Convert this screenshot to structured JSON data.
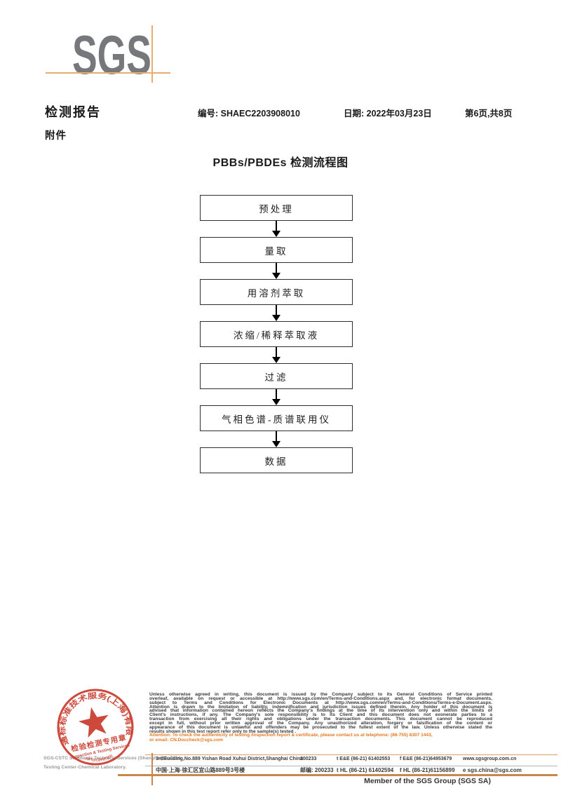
{
  "logo": {
    "text": "SGS"
  },
  "header": {
    "report_title": "检测报告",
    "no_label": "编号:",
    "no_value": "SHAEC2203908010",
    "date_label": "日期:",
    "date_value": "2022年03月23日",
    "page_info": "第6页,共8页",
    "attachment": "附件"
  },
  "flowchart": {
    "title": "PBBs/PBDEs 检测流程图",
    "steps": [
      "预处理",
      "量取",
      "用溶剂萃取",
      "浓缩/稀释萃取液",
      "过滤",
      "气相色谱-质谱联用仪",
      "数据"
    ]
  },
  "legal": {
    "lines": [
      "Unless otherwise agreed in writing, this document is issued by the Company subject to its General Conditions of Service printed",
      "overleaf, available on request or accessible at http://www.sgs.com/en/Terms-and-Conditions.aspx and, for electronic format documents,",
      "subject to Terms and Conditions for Electronic Documents at http://www.sgs.com/en/Terms-and-Conditions/Terms-e-Document.aspx.",
      "Attention is drawn to the limitation of liability, indemnification and jurisdiction issues defined therein. Any holder of this document is",
      "advised that information contained hereon reflects the Company's findings at the time of its intervention only and within the limits of",
      "Client's instructions, if any. The Company's sole responsibility is to its Client and this document does not exonerate parties to a",
      "transaction from exercising all their rights and obligations under the transaction documents. This document cannot be reproduced",
      "except in full, without prior written approval of the Company. Any unauthorized alteration, forgery or falsification of the content or",
      "appearance of this document is unlawful and offenders may be prosecuted to the fullest extent of the law. Unless otherwise stated the",
      "results shown in this test report refer only to the sample(s) tested ."
    ],
    "attention": [
      "Attention: To check the authenticity of testing /inspection report & certificate, please contact us at telephone: (86-755) 8307 1443,",
      "or email: CN.Doccheck@sgs.com"
    ]
  },
  "address": {
    "rows": [
      {
        "addr": "3rdBuilding,No.889 Yishan Road Xuhui District,Shanghai China",
        "post": "200233",
        "tel": "t E&E (86-21) 61402553",
        "fax": "f E&E (86-21)64953679",
        "web": "www.sgsgroup.com.cn"
      },
      {
        "addr": "中国·上海·徐汇区宜山路889号3号楼",
        "post": "邮编: 200233",
        "tel": "t HL (86-21) 61402594",
        "fax": "f HL (86-21)61156899",
        "web": "e  sgs.china@sgs.com"
      }
    ]
  },
  "stamp": {
    "ring_text": "通标标准技术服务(上海)有限公司",
    "ring_bottom": "RPT(01)(M)(C)(S)",
    "seal_cn": "检验检测专用章",
    "seal_en": "Inspection & Testing Services",
    "company_en_1": "SGS-CSTC Standards Technical Services (Shanghai) Co.,Ltd.",
    "company_en_2": "Testing Center-Chemical Laboratory."
  },
  "footer": {
    "member": "Member of the SGS Group (SGS SA)"
  },
  "colors": {
    "logo_gray": "#77787B",
    "crosshair_tan": "#E8AE6E",
    "footer_rule_tan": "#C9874C",
    "stamp_red": "#C93A2C",
    "attention_orange": "#E87722"
  }
}
